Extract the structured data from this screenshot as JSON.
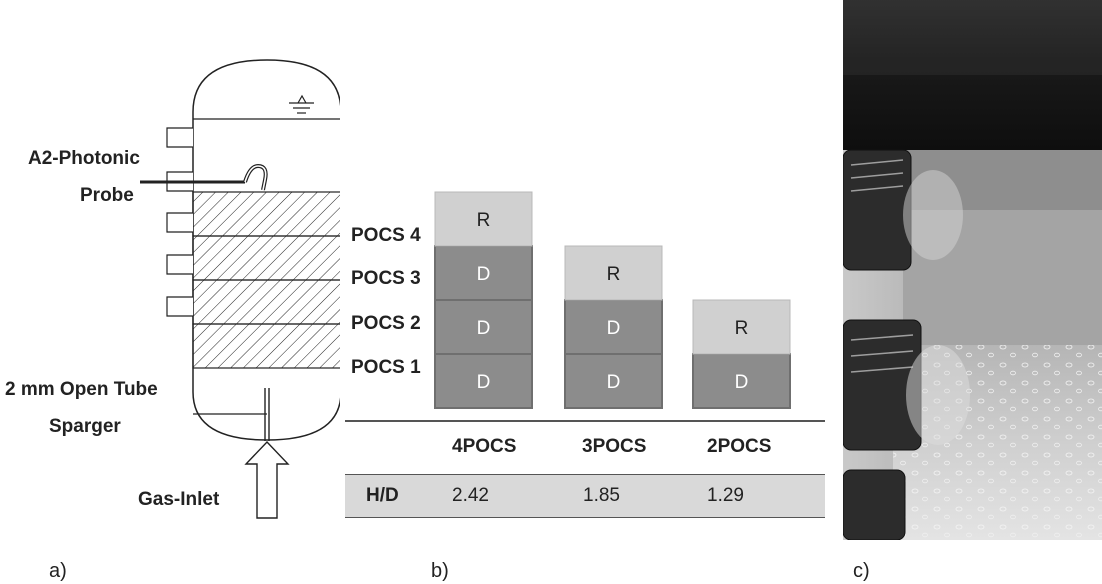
{
  "panel_a": {
    "probe_label_line1": "A2-Photonic",
    "probe_label_line2": "Probe",
    "sparger_label_line1": "2 mm Open Tube",
    "sparger_label_line2": "Sparger",
    "gas_inlet_label": "Gas-Inlet",
    "caption": "a)"
  },
  "panel_b": {
    "pocs_labels": [
      "POCS 4",
      "POCS 3",
      "POCS 2",
      "POCS 1"
    ],
    "stacks": [
      {
        "blocks": [
          "D",
          "D",
          "D",
          "R"
        ]
      },
      {
        "blocks": [
          "D",
          "D",
          "R"
        ]
      },
      {
        "blocks": [
          "D",
          "R"
        ]
      }
    ],
    "table": {
      "headers": [
        "",
        "4POCS",
        "3POCS",
        "2POCS"
      ],
      "row_label": "H/D",
      "values": [
        "2.42",
        "1.85",
        "1.29"
      ]
    },
    "caption": "b)",
    "colors": {
      "D": "#8c8c8c",
      "R": "#d0d0d0",
      "row_bg": "#d9d9d9"
    }
  },
  "panel_c": {
    "caption": "c)"
  }
}
